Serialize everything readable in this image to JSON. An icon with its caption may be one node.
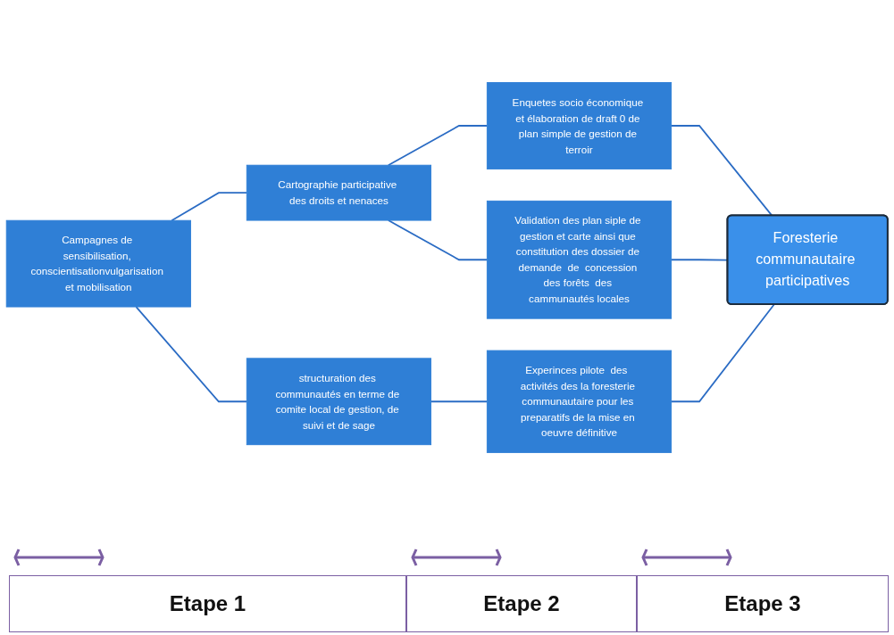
{
  "diagram": {
    "nodes": [
      {
        "text": [
          "Campagnes de sensibilisation, conscientisationvulgarisation et mobilisation"
        ]
      },
      {
        "text": [
          "Cartographie participative des droits et nenaces"
        ]
      },
      {
        "text": [
          "structuration des communautés en terme de comite local de gestion, de suivi et de sage"
        ]
      },
      {
        "text": [
          "Enquetes socio économique et élaboration de draft 0 de plan simple de gestion de terroir"
        ]
      },
      {
        "text": [
          "Validation des plan siple de gestion et carte ainsi que constitution des dossier de demande  de  concession des forêts  des cammunautés locales"
        ]
      },
      {
        "text": [
          "Experinces pilote  des  activités des la foresterie communautaire pour les preparatifs de la mise en oeuvre définitive"
        ]
      },
      {
        "text": [
          "Foresterie communautaire participatives"
        ]
      }
    ],
    "edges": [
      {
        "from": 0,
        "to": 1,
        "arrow": "none"
      },
      {
        "from": 0,
        "to": 2,
        "arrow": "none"
      },
      {
        "from": 1,
        "to": 3,
        "arrow": "none"
      },
      {
        "from": 1,
        "to": 4,
        "arrow": "none"
      },
      {
        "from": 2,
        "to": 5,
        "arrow": "none"
      },
      {
        "from": 3,
        "to": 6,
        "arrow": "none"
      },
      {
        "from": 4,
        "to": 6,
        "arrow": "none"
      },
      {
        "from": 5,
        "to": 6,
        "arrow": "none"
      }
    ],
    "labels": [
      "Etape 1",
      "Etape 2",
      "Etape 3"
    ]
  }
}
